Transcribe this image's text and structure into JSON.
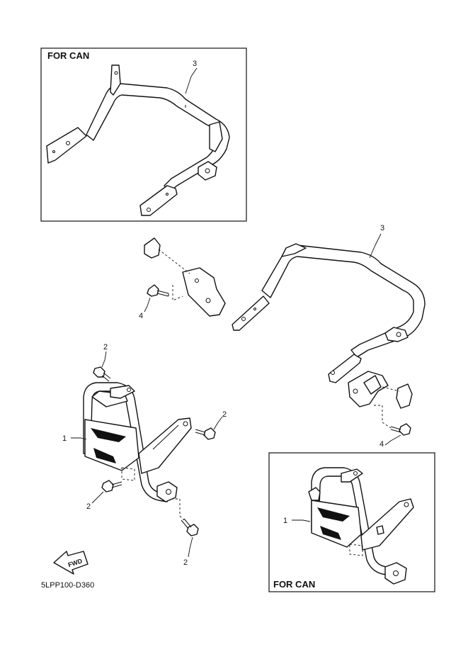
{
  "inset_top": {
    "title": "FOR CAN",
    "callout": "3"
  },
  "inset_bottom": {
    "title": "FOR CAN",
    "callout": "1"
  },
  "main": {
    "callouts": {
      "carrier": "3",
      "bolt_carrier": "4",
      "bolt_carrier_right": "4",
      "bolt_guard_top": "2",
      "bolt_guard_right": "2",
      "bolt_guard_left": "2",
      "bolt_guard_bottom": "2",
      "guard": "1"
    }
  },
  "fwd_label": "FWD",
  "diagram_code": "5LPP100-D360"
}
